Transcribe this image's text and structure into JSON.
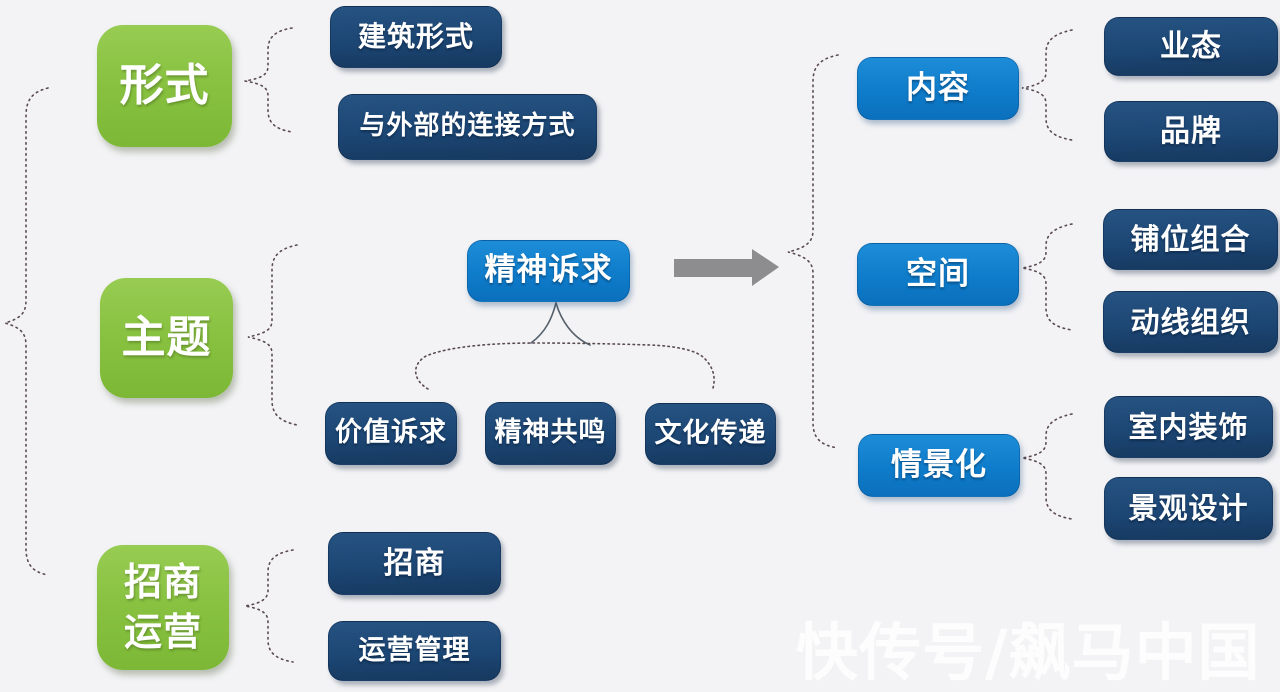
{
  "colors": {
    "background": "#f3f3f5",
    "green_node": "#86c03e",
    "blue_node": "#0e7cca",
    "navy_node": "#1c4674",
    "connector": "#5a4a52",
    "arrow": "#8d8d8f",
    "text": "#ffffff",
    "watermark": "#ffffff"
  },
  "diagram": {
    "left": {
      "form": {
        "label": "形式",
        "children": [
          {
            "label": "建筑形式"
          },
          {
            "label": "与外部的连接方式"
          }
        ]
      },
      "theme": {
        "label": "主题",
        "hub": {
          "label": "精神诉求"
        },
        "hub_children": [
          {
            "label": "价值诉求"
          },
          {
            "label": "精神共鸣"
          },
          {
            "label": "文化传递"
          }
        ]
      },
      "operations": {
        "label": "招商运营",
        "lines": [
          "招商",
          "运营"
        ],
        "children": [
          {
            "label": "招商"
          },
          {
            "label": "运营管理"
          }
        ]
      }
    },
    "right": {
      "content": {
        "label": "内容",
        "children": [
          {
            "label": "业态"
          },
          {
            "label": "品牌"
          }
        ]
      },
      "space": {
        "label": "空间",
        "children": [
          {
            "label": "铺位组合"
          },
          {
            "label": "动线组织"
          }
        ]
      },
      "scenario": {
        "label": "情景化",
        "children": [
          {
            "label": "室内装饰"
          },
          {
            "label": "景观设计"
          }
        ]
      }
    }
  },
  "watermark": {
    "text": "快传号/飙马中国"
  }
}
